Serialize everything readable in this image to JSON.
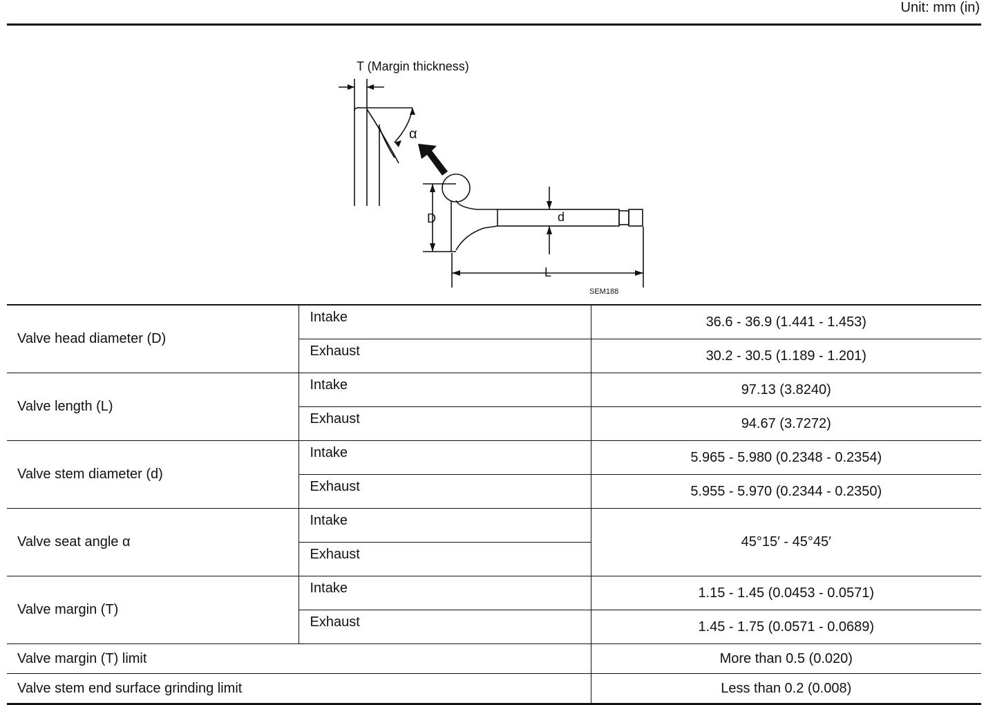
{
  "header": {
    "unit": "Unit: mm (in)"
  },
  "figure": {
    "margin_label": "T (Margin thickness)",
    "alpha": "α",
    "D": "D",
    "d": "d",
    "L": "L",
    "code": "SEM188"
  },
  "table": {
    "rows": [
      {
        "item": "Valve head diameter (D)",
        "sides": [
          "Intake",
          "Exhaust"
        ],
        "values": [
          "36.6 - 36.9 (1.441 - 1.453)",
          "30.2 - 30.5 (1.189 - 1.201)"
        ]
      },
      {
        "item": "Valve length (L)",
        "sides": [
          "Intake",
          "Exhaust"
        ],
        "values": [
          "97.13 (3.8240)",
          "94.67 (3.7272)"
        ]
      },
      {
        "item": "Valve stem diameter (d)",
        "sides": [
          "Intake",
          "Exhaust"
        ],
        "values": [
          "5.965 - 5.980 (0.2348 - 0.2354)",
          "5.955 - 5.970 (0.2344 - 0.2350)"
        ]
      },
      {
        "item": "Valve seat angle α",
        "sides": [
          "Intake",
          "Exhaust"
        ],
        "value": "45°15′ - 45°45′"
      },
      {
        "item": "Valve margin (T)",
        "sides": [
          "Intake",
          "Exhaust"
        ],
        "values": [
          "1.15 - 1.45 (0.0453 - 0.0571)",
          "1.45 - 1.75 (0.0571 - 0.0689)"
        ]
      },
      {
        "item": "Valve margin (T) limit",
        "value": "More than 0.5 (0.020)"
      },
      {
        "item": "Valve stem end surface grinding limit",
        "value": "Less than 0.2 (0.008)"
      }
    ]
  }
}
